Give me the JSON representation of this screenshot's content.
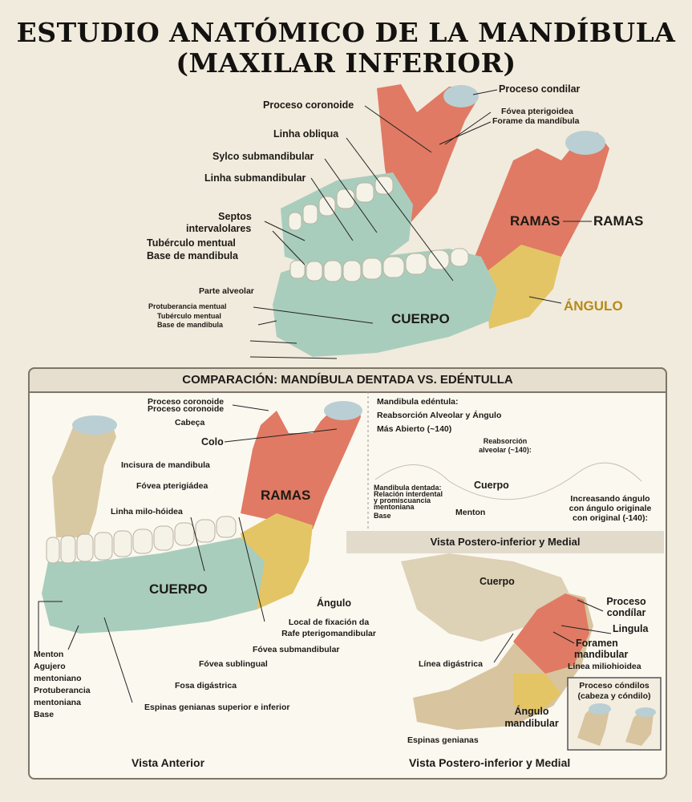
{
  "title": {
    "line1": "ESTUDIO ANATÓMICO DE LA MANDÍBULA",
    "line2": "(MAXILAR INFERIOR)"
  },
  "top_view": {
    "proceso_condilar": "Proceso condilar",
    "proceso_coronoide": "Proceso coronoide",
    "fovea_pterigoidea": "Fóvea pterigoidea",
    "forame_mandibula": "Forame da mandíbula",
    "linha_obliqua": "Linha obliqua",
    "sylco_submandibular": "Sylco submandibular",
    "linha_submandibular": "Linha submandibular",
    "septos_1": "Septos",
    "septos_2": "intervalolares",
    "tuberculo_mentual": "Tubérculo mentual",
    "base_mandibula": "Base de mandibula",
    "ramas_inner": "RAMAS",
    "ramas_outer": "RAMAS",
    "angulo": "ÁNGULO",
    "parte_alveolar": "Parte alveolar",
    "protuberancia_mentual": "Protuberancia mentual",
    "tuberculo_mentual_small": "Tubérculo mentual",
    "base_mandibula_small": "Base de mandibula",
    "cuerpo": "CUERPO"
  },
  "comparison": {
    "header": "COMPARACIÓN: MANDÍBULA DENTADA VS. EDÉNTULLA",
    "anterior": {
      "proceso_coronoide_a": "Proceso coronoide",
      "proceso_coronoide_b": "Proceso coronoide",
      "cabeca": "Cabeça",
      "colo": "Colo",
      "incisura": "Incisura de mandibula",
      "fovea_pterigiadea": "Fóvea pterigiádea",
      "linha_milo": "Linha milo-hóidea",
      "ramas": "RAMAS",
      "cuerpo": "CUERPO",
      "angulo": "Ángulo",
      "local_fixacion_1": "Local de fixación da",
      "local_fixacion_2": "Rafe pterigomandibular",
      "fovea_submandibular": "Fóvea submandibular",
      "fovea_sublingual": "Fóvea sublingual",
      "fosa_digastrica": "Fosa digástrica",
      "espinas_genianas": "Espinas genianas superior e inferior",
      "menton_list": [
        "Menton",
        "Agujero",
        "mentoniano",
        "Protuberancia",
        "mentoniana",
        "Base"
      ],
      "caption": "Vista Anterior"
    },
    "edentula": {
      "line1": "Mandibula edéntula:",
      "line2": "Reabsorción Alveolar y Ángulo",
      "line3": "Más Abierto (~140)",
      "reabsorcion_1": "Reabsorción",
      "reabsorcion_2": "alveolar (~140):",
      "dentada_1": "Mandibula dentada:",
      "dentada_2": "Relación interdental",
      "dentada_3": "y promiscuancia",
      "dentada_4": "mentoniana",
      "dentada_5": "Base",
      "cuerpo": "Cuerpo",
      "menton": "Menton",
      "increasando_1": "Increasando ángulo",
      "increasando_2": "con ángulo originale",
      "increasando_3": "con original (-140):"
    },
    "posterior": {
      "header": "Vista Postero-inferior y Medial",
      "cuerpo": "Cuerpo",
      "proceso_condilar_1": "Proceso",
      "proceso_condilar_2": "condílar",
      "lingula": "Lingula",
      "foramen_1": "Foramen",
      "foramen_2": "mandibular",
      "linea_miliohioidea": "Línea miliohioidea",
      "linea_digastrica": "Línea digástrica",
      "angulo_1": "Ángulo",
      "angulo_2": "mandibular",
      "espinas_genianas": "Espinas genianas",
      "condilos_1": "Proceso cóndilos",
      "condilos_2": "(cabeza y cóndilo)",
      "caption": "Vista Postero-inferior y Medial"
    }
  }
}
